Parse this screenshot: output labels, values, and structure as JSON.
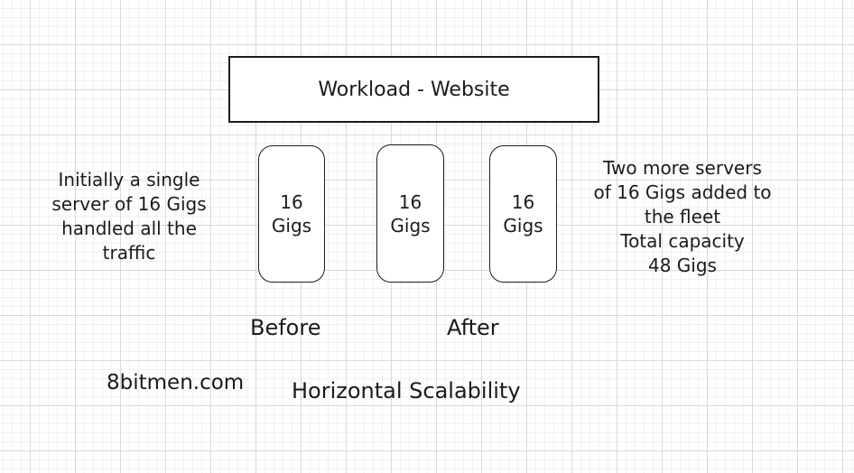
{
  "canvas": {
    "caption": "Horizontal Scalability",
    "watermark": "8bitmen.com"
  },
  "colors": {
    "background": "#ffffff",
    "grid_minor": "#f1f1f1",
    "grid_major": "#d9d9d9",
    "stroke": "#1c1c1c",
    "text": "#1b1b1b",
    "box_fill": "#ffffff"
  },
  "workload": {
    "label": "Workload - Website"
  },
  "servers": [
    {
      "label": "16\nGigs"
    },
    {
      "label": "16\nGigs"
    },
    {
      "label": "16\nGigs"
    }
  ],
  "annotations": {
    "left_note": "Initially a single\nserver of 16 Gigs\nhandled all the\ntraffic",
    "right_note": "Two more servers\nof 16 Gigs added to\nthe fleet\nTotal capacity\n48 Gigs",
    "before": "Before",
    "after": "After"
  }
}
